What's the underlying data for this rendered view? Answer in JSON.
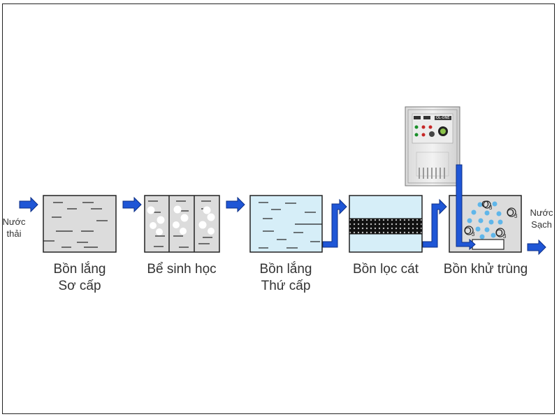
{
  "input_label": [
    "Nước",
    "thải"
  ],
  "output_label": [
    "Nước",
    "Sạch"
  ],
  "stages": [
    {
      "name": "primary-settling-tank",
      "label": [
        "Bồn lắng",
        "Sơ cấp"
      ]
    },
    {
      "name": "biological-tank",
      "label": [
        "Bể sinh học"
      ]
    },
    {
      "name": "secondary-settling-tank",
      "label": [
        "Bồn lắng",
        "Thứ cấp"
      ]
    },
    {
      "name": "sand-filter-tank",
      "label": [
        "Bồn lọc cát"
      ]
    },
    {
      "name": "disinfection-tank",
      "label": [
        "Bồn khử trùng"
      ]
    }
  ],
  "ozone_label": "O",
  "ozone_subscript": "3",
  "controller_text": "OL-ONE",
  "colors": {
    "arrow": "#1f56d6",
    "tank_gray": "#dcdcdc",
    "tank_blue": "#d6eef8",
    "bubble_blue": "#5fb6ea",
    "filter_dark": "#111111"
  }
}
